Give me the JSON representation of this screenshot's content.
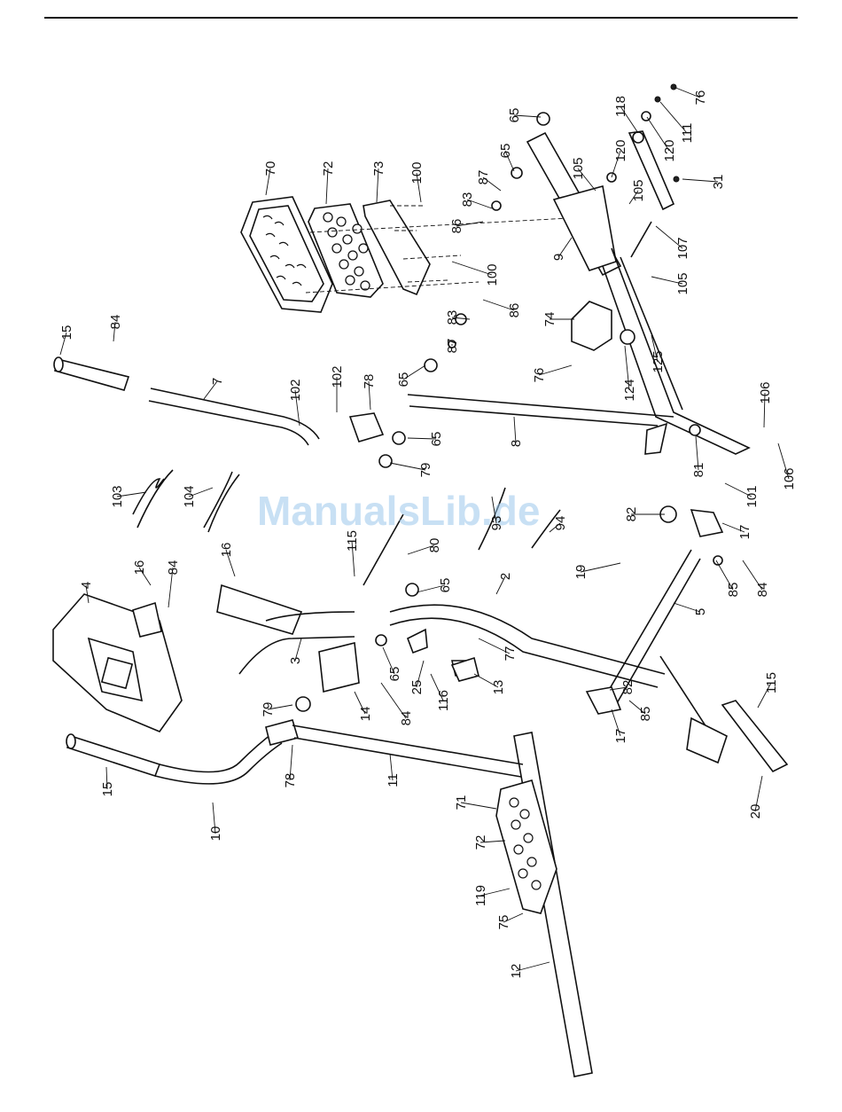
{
  "watermark": "ManualsLib.de",
  "labels": [
    {
      "text": "70"
    },
    {
      "text": "72"
    },
    {
      "text": "73"
    },
    {
      "text": "100"
    },
    {
      "text": "100"
    },
    {
      "text": "86"
    },
    {
      "text": "83"
    },
    {
      "text": "87"
    },
    {
      "text": "65"
    },
    {
      "text": "65"
    },
    {
      "text": "105"
    },
    {
      "text": "120"
    },
    {
      "text": "118"
    },
    {
      "text": "111"
    },
    {
      "text": "76"
    },
    {
      "text": "120"
    },
    {
      "text": "31"
    },
    {
      "text": "105"
    },
    {
      "text": "9"
    },
    {
      "text": "107"
    },
    {
      "text": "105"
    },
    {
      "text": "15"
    },
    {
      "text": "84"
    },
    {
      "text": "7"
    },
    {
      "text": "102"
    },
    {
      "text": "102"
    },
    {
      "text": "78"
    },
    {
      "text": "83"
    },
    {
      "text": "86"
    },
    {
      "text": "87"
    },
    {
      "text": "65"
    },
    {
      "text": "74"
    },
    {
      "text": "76"
    },
    {
      "text": "124"
    },
    {
      "text": "125"
    },
    {
      "text": "65"
    },
    {
      "text": "8"
    },
    {
      "text": "106"
    },
    {
      "text": "106"
    },
    {
      "text": "81"
    },
    {
      "text": "79"
    },
    {
      "text": "103"
    },
    {
      "text": "104"
    },
    {
      "text": "93"
    },
    {
      "text": "94"
    },
    {
      "text": "101"
    },
    {
      "text": "82"
    },
    {
      "text": "17"
    },
    {
      "text": "115"
    },
    {
      "text": "80"
    },
    {
      "text": "19"
    },
    {
      "text": "4"
    },
    {
      "text": "16"
    },
    {
      "text": "84"
    },
    {
      "text": "16"
    },
    {
      "text": "65"
    },
    {
      "text": "2"
    },
    {
      "text": "5"
    },
    {
      "text": "85"
    },
    {
      "text": "84"
    },
    {
      "text": "3"
    },
    {
      "text": "77"
    },
    {
      "text": "65"
    },
    {
      "text": "25"
    },
    {
      "text": "116"
    },
    {
      "text": "13"
    },
    {
      "text": "14"
    },
    {
      "text": "84"
    },
    {
      "text": "82"
    },
    {
      "text": "17"
    },
    {
      "text": "85"
    },
    {
      "text": "79"
    },
    {
      "text": "115"
    },
    {
      "text": "78"
    },
    {
      "text": "11"
    },
    {
      "text": "15"
    },
    {
      "text": "10"
    },
    {
      "text": "20"
    },
    {
      "text": "71"
    },
    {
      "text": "72"
    },
    {
      "text": "119"
    },
    {
      "text": "75"
    },
    {
      "text": "12"
    }
  ]
}
